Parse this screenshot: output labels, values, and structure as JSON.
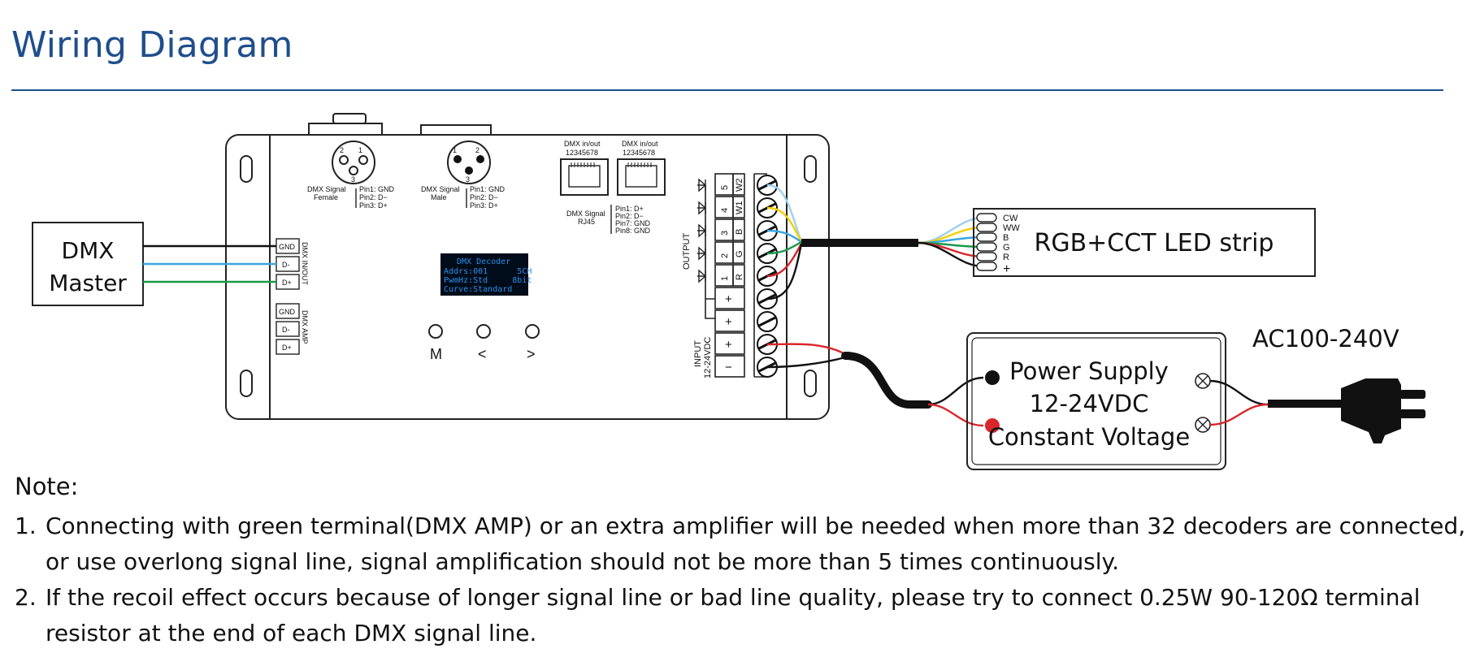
{
  "page": {
    "title": "Wiring Diagram"
  },
  "dmx_master": {
    "line1": "DMX",
    "line2": "Master"
  },
  "decoder": {
    "in_out_terminals": [
      "GND",
      "D-",
      "D+"
    ],
    "in_out_label": "DMX IN/OUT",
    "amp_terminals": [
      "GND",
      "D-",
      "D+"
    ],
    "amp_label": "DMX AMP",
    "xlr_female": {
      "pins": [
        "2",
        "1",
        "3"
      ],
      "name1": "DMX Signal",
      "name2": "Female",
      "spec": [
        "Pin1: GND",
        "Pin2: D−",
        "Pin3: D+"
      ]
    },
    "xlr_male": {
      "pins": [
        "1",
        "2",
        "3"
      ],
      "name1": "DMX Signal",
      "name2": "Male",
      "spec": [
        "Pin1: GND",
        "Pin2: D−",
        "Pin3: D+"
      ]
    },
    "rj45": {
      "port_label": "DMX in/out",
      "port_pins": "12345678",
      "name1": "DMX Signal",
      "name2": "RJ45",
      "spec": [
        "Pin1: D+",
        "Pin2: D−",
        "Pin7: GND",
        "Pin8: GND"
      ]
    },
    "display": {
      "lines": [
        "DMX Decoder",
        "Addrs:001      5CH",
        "PwmHz:Std     8bit",
        "Curve:Standard"
      ]
    },
    "buttons": [
      "M",
      "<",
      ">"
    ],
    "output_label": "OUTPUT",
    "output_channels": [
      {
        "num": "5",
        "code": "W2"
      },
      {
        "num": "4",
        "code": "W1"
      },
      {
        "num": "3",
        "code": "B"
      },
      {
        "num": "2",
        "code": "G"
      },
      {
        "num": "1",
        "code": "R"
      }
    ],
    "common_plus": [
      "+",
      "+"
    ],
    "input_label_1": "INPUT",
    "input_label_2": "12-24VDC",
    "input_terminals": [
      "+",
      "−"
    ]
  },
  "led_strip": {
    "label": "RGB+CCT LED strip",
    "pins": [
      "CW",
      "WW",
      "B",
      "G",
      "R",
      "+"
    ]
  },
  "power_supply": {
    "line1": "Power Supply",
    "line2": "12-24VDC",
    "line3": "Constant Voltage",
    "mains": "AC100-240V"
  },
  "notes": {
    "heading": "Note:",
    "items": [
      {
        "num": "1.",
        "text": "Connecting with green terminal(DMX  AMP)  or an extra amplifier will be needed when more than 32 decoders are connected, or use overlong signal line, signal amplification should not be more than 5 times continuously."
      },
      {
        "num": "2.",
        "text": "If the recoil effect occurs because of longer signal line or bad line quality, please try to connect 0.25W 90-120Ω terminal resistor at the end of each DMX signal line."
      }
    ]
  },
  "colors": {
    "title_blue": "#1f4e8c",
    "wire_blue": "#3aa6df",
    "wire_green": "#1a9a4a",
    "wire_yellow": "#f3d000",
    "wire_lightblue": "#9fd0ee",
    "wire_red": "#d9262b",
    "wire_black": "#111111",
    "display_bg": "#000c1a",
    "display_text": "#2c8fe8"
  }
}
